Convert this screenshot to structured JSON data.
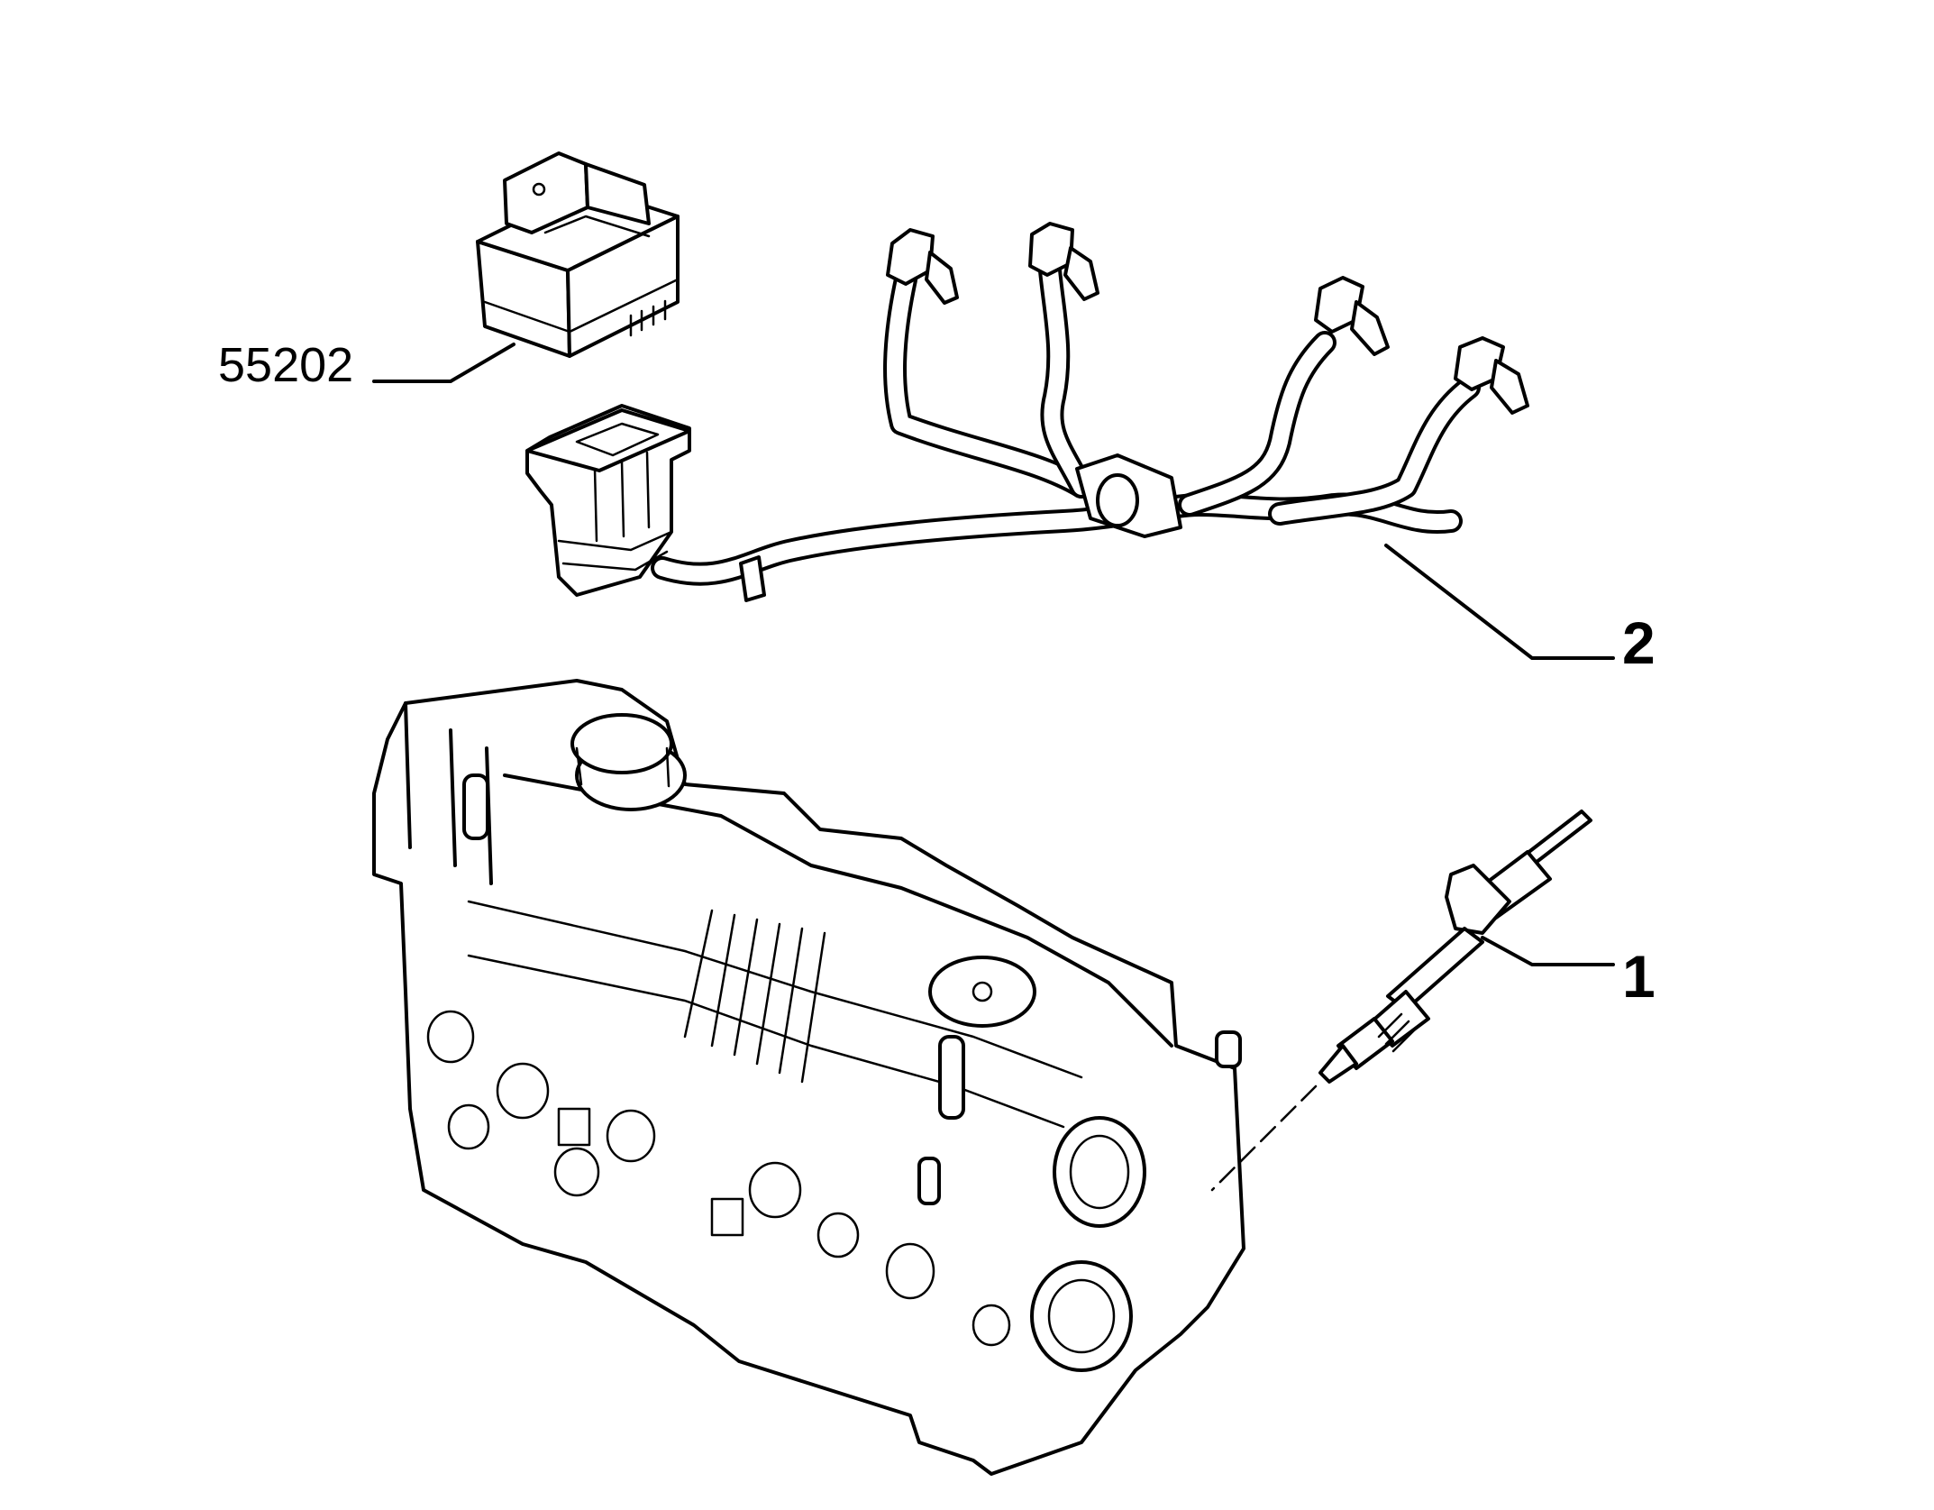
{
  "callouts": {
    "relay": "55202",
    "harness": "2",
    "glow_plug": "1"
  },
  "colors": {
    "line": "#000000",
    "background": "#ffffff"
  }
}
